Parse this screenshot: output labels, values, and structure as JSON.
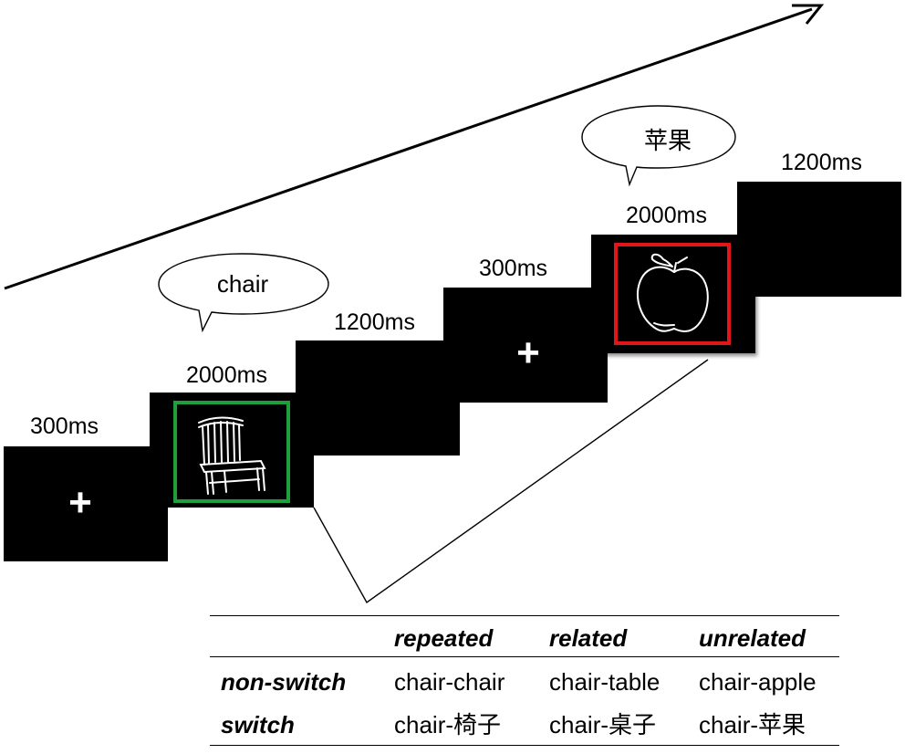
{
  "timings": {
    "t1": "300ms",
    "t2": "2000ms",
    "t3": "1200ms",
    "t4": "300ms",
    "t5": "2000ms",
    "t6": "1200ms"
  },
  "fixation_symbol": "+",
  "bubbles": {
    "prime_word": "chair",
    "target_word": "苹果"
  },
  "frame_colors": {
    "prime": "#1f9e3c",
    "target": "#e0161a"
  },
  "table": {
    "columns": [
      "repeated",
      "related",
      "unrelated"
    ],
    "rows": [
      {
        "label": "non-switch",
        "cells": [
          "chair-chair",
          "chair-table",
          "chair-apple"
        ]
      },
      {
        "label": "switch",
        "cells": [
          "chair-椅子",
          "chair-桌子",
          "chair-苹果"
        ]
      }
    ]
  }
}
